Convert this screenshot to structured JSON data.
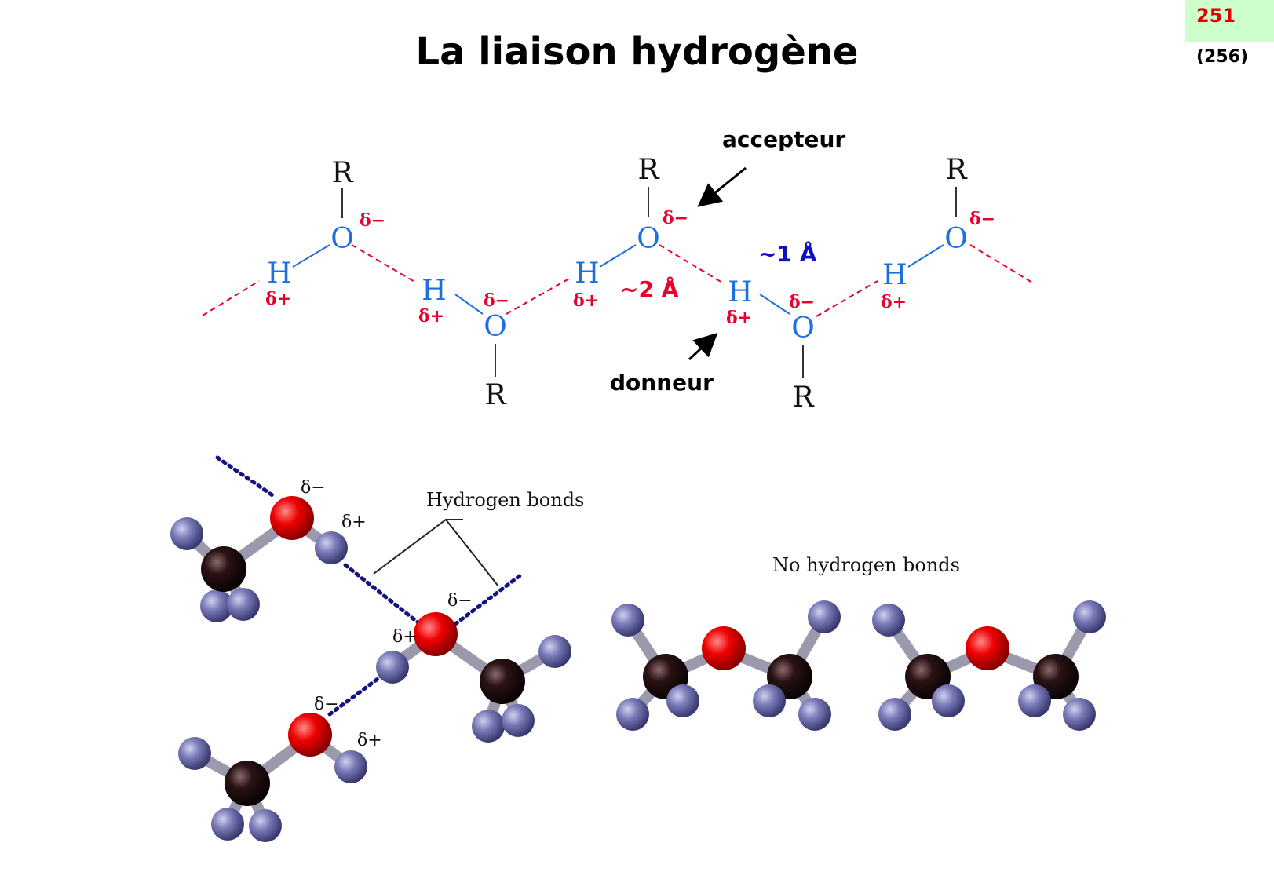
{
  "title": "La liaison hydrogène",
  "page_badge": "251",
  "page_sub": "(256)",
  "colors": {
    "badge_bg": "#ccffcc",
    "badge_text": "#e00000",
    "oxygen_hydrogen_text": "#1d6fe0",
    "partial_charge": "#e8002c",
    "bond_dashed": "#e8002c",
    "distance_blue": "#1010c0",
    "oxygen_ball": "#ee0000",
    "carbon_ball": "#2a1214",
    "hydrogen_ball": "#7a7ab8",
    "hbond_dots": "#141480"
  },
  "schema": {
    "labels": {
      "acceptor": "accepteur",
      "donor": "donneur",
      "dist_long": "~2 Å",
      "dist_short": "~1 Å"
    },
    "atoms": {
      "R": "R",
      "O": "O",
      "H": "H"
    },
    "charges": {
      "neg": "δ−",
      "pos": "δ+"
    }
  },
  "models": {
    "hbond_label": "Hydrogen bonds",
    "no_hbond_label": "No hydrogen bonds",
    "delta_neg": "δ−",
    "delta_pos": "δ+"
  }
}
